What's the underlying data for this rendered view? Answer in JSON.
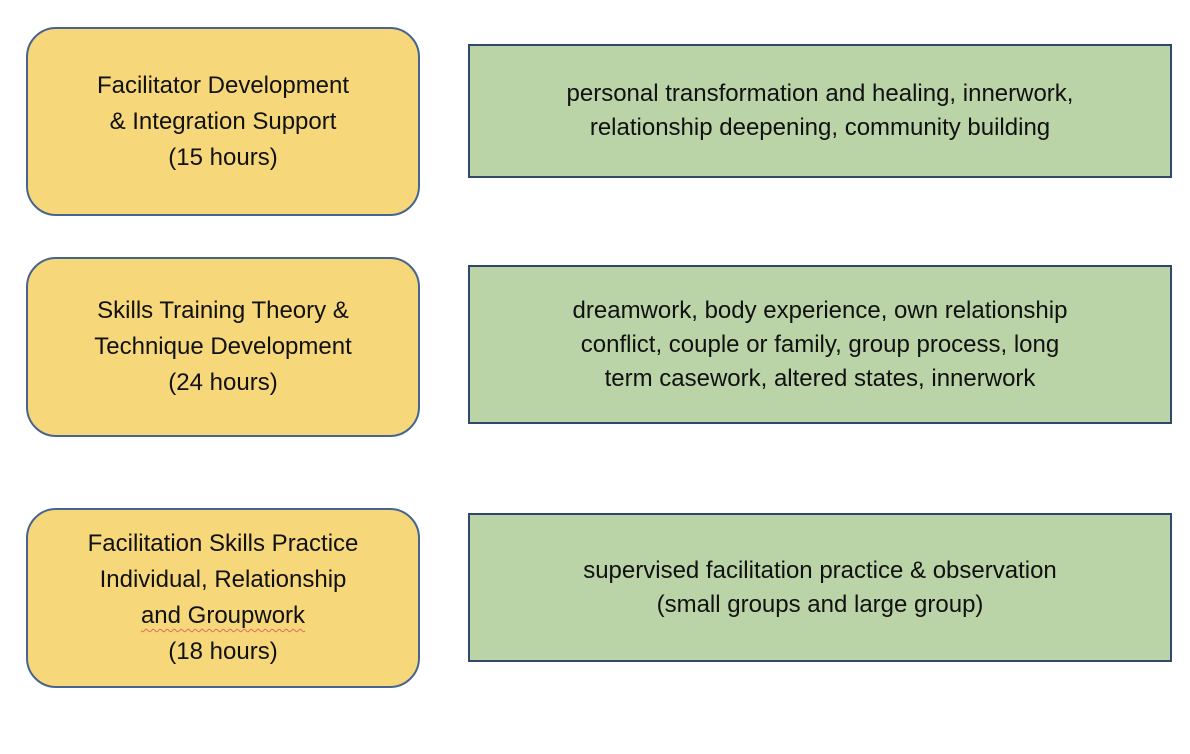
{
  "diagram": {
    "rows": [
      {
        "module": {
          "lines": [
            "Facilitator Development",
            "& Integration Support",
            "(15 hours)"
          ],
          "hours": "15 hours"
        },
        "content": {
          "lines": [
            "personal transformation and healing, innerwork,",
            "relationship deepening, community building"
          ]
        }
      },
      {
        "module": {
          "lines": [
            "Skills Training Theory &",
            "Technique Development",
            "(24 hours)"
          ],
          "hours": "24 hours"
        },
        "content": {
          "lines": [
            "dreamwork, body experience, own relationship",
            "conflict, couple or family, group process, long",
            "term casework, altered states, innerwork"
          ]
        }
      },
      {
        "module": {
          "lines": [
            "Facilitation Skills Practice",
            "Individual, Relationship",
            "and Groupwork",
            "(18 hours)"
          ],
          "hours": "18 hours"
        },
        "content": {
          "lines": [
            "supervised facilitation practice & observation",
            "(small groups and large group)"
          ]
        }
      }
    ],
    "colors": {
      "module_fill": "#F6D87A",
      "module_border": "#46648F",
      "content_fill": "#BAD3A7",
      "content_border": "#31476B",
      "text": "#111111",
      "spellcheck": "#E06A5F"
    }
  }
}
